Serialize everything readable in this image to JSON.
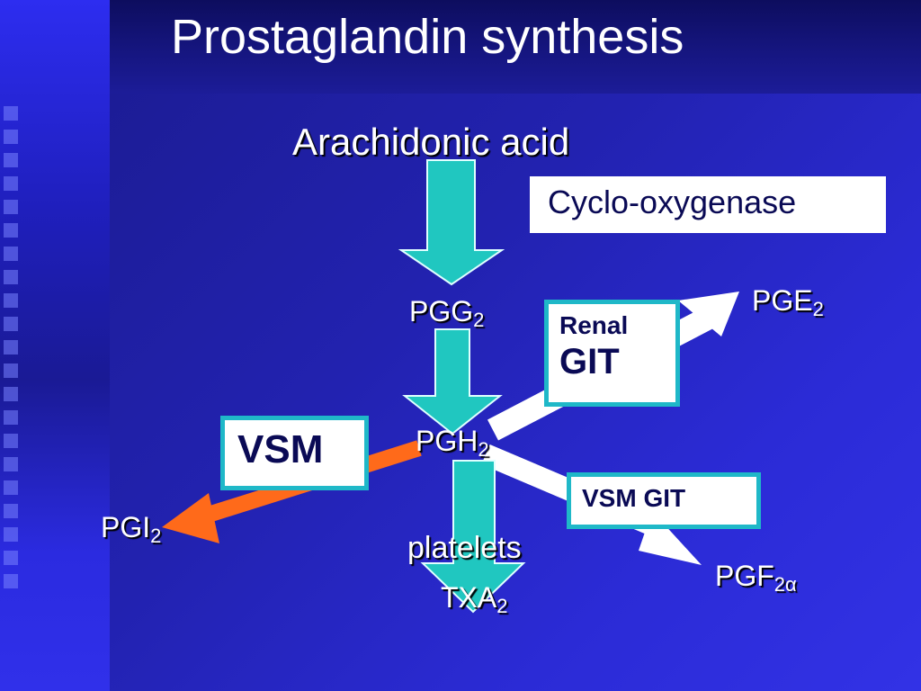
{
  "slide": {
    "title": "Prostaglandin synthesis",
    "substrate": "Arachidonic acid",
    "enzyme": "Cyclo-oxygenase",
    "pgg": {
      "main": "PGG",
      "sub": "2"
    },
    "pgh": {
      "main": "PGH",
      "sub": "2"
    },
    "pge": {
      "main": "PGE",
      "sub": "2"
    },
    "pgi": {
      "main": "PGI",
      "sub": "2"
    },
    "pgf": {
      "main": "PGF",
      "sub": "2α"
    },
    "txa": {
      "main": "TXA",
      "sub": "2"
    },
    "platelets": "platelets",
    "renal_git": {
      "line1": "Renal",
      "line2": "GIT"
    },
    "vsm": "VSM",
    "vsm_git": "VSM GIT"
  },
  "colors": {
    "background": "#2222b0",
    "arrow_teal": "#20c7c0",
    "arrow_orange": "#ff6a1a",
    "box_border": "#1fb8c8",
    "box_text": "#0a0a55"
  }
}
